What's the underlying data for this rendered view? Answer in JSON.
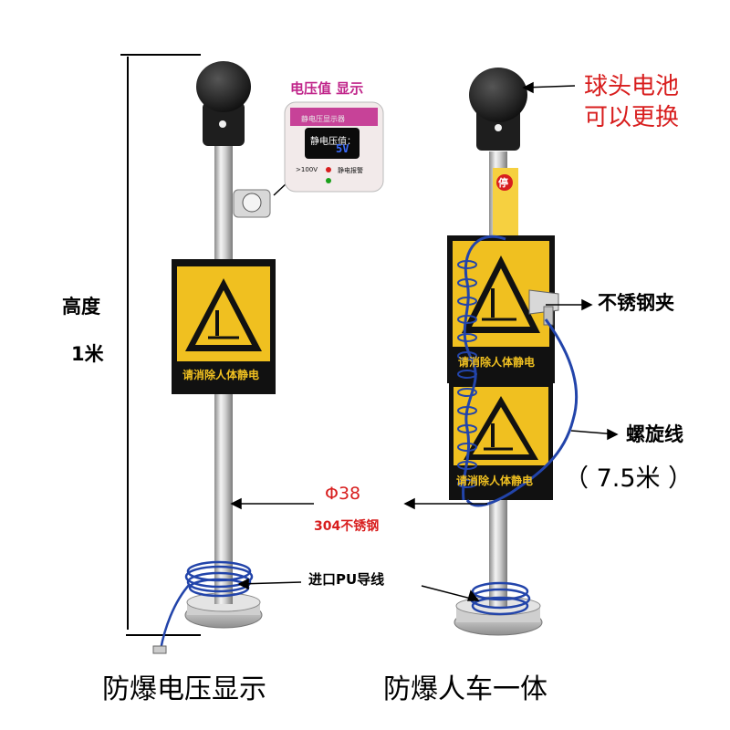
{
  "measurement": {
    "height_label": "高度",
    "height_value": "1米"
  },
  "left_product": {
    "display_title": "电压值 显示",
    "display_panel": {
      "header": "静电压显示器",
      "reading_label": "静电压值：",
      "reading_value": "5V",
      "threshold": ">100V",
      "alarm_label": "静电报警"
    },
    "sign_text": "请消除人体静电",
    "caption": "防爆电压显示"
  },
  "right_product": {
    "ball_battery": "球头电池",
    "replaceable": "可以更换",
    "clip_label": "不锈钢夹",
    "coil_label": "螺旋线",
    "coil_length": "（ 7.5米 ）",
    "sign_text": "请消除人体静电",
    "stop_badge": "停",
    "caption": "防爆人车一体"
  },
  "pole": {
    "diameter": "Φ38",
    "material": "304不锈钢",
    "wire": "进口PU导线"
  },
  "colors": {
    "sign_yellow": "#f0c020",
    "sign_black": "#111111",
    "pole_steel": "#c9c9c9",
    "coil_blue": "#2244aa",
    "accent_red": "#d81e1e",
    "display_pink": "#c0258a"
  }
}
